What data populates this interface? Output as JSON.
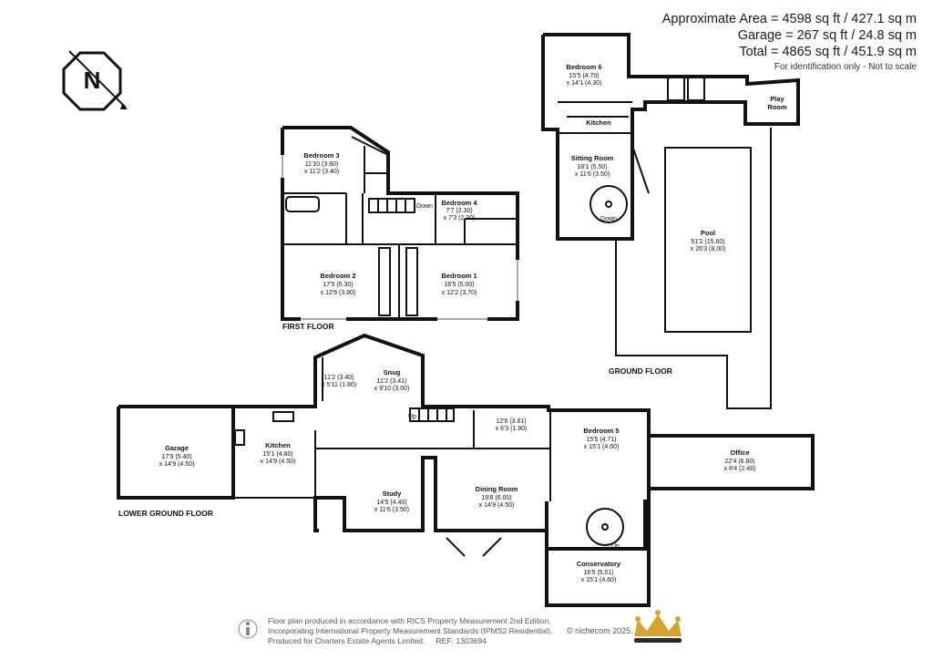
{
  "area_summary": {
    "lines": [
      "Approximate Area = 4598 sq ft / 427.1 sq m",
      "Garage = 267 sq ft / 24.8 sq m",
      "Total = 4865 sq ft / 451.9 sq m"
    ],
    "note": "For identification only - Not to scale"
  },
  "compass": {
    "letter": "N",
    "icon": "north-arrow-icon"
  },
  "floor_labels": {
    "first": "FIRST FLOOR",
    "ground": "GROUND FLOOR",
    "lower_ground": "LOWER GROUND FLOOR"
  },
  "rooms": {
    "bedroom3": {
      "name": "Bedroom 3",
      "dim1": "11'10 (3.60)",
      "dim2": "x 11'2 (3.40)"
    },
    "bedroom4": {
      "name": "Bedroom 4",
      "dim1": "7'7 (2.30)",
      "dim2": "x 7'3 (2.20)"
    },
    "bedroom2": {
      "name": "Bedroom 2",
      "dim1": "17'5 (5.30)",
      "dim2": "x 12'6 (3.80)"
    },
    "bedroom1": {
      "name": "Bedroom 1",
      "dim1": "16'5 (5.00)",
      "dim2": "x 12'2 (3.70)"
    },
    "bedroom6": {
      "name": "Bedroom 6",
      "dim1": "15'5 (4.70)",
      "dim2": "x 14'1 (4.30)"
    },
    "kitchen_ground": {
      "name": "Kitchen"
    },
    "play_room": {
      "name": "Play Room"
    },
    "sitting_room": {
      "name": "Sitting Room",
      "dim1": "18'1 (5.50)",
      "dim2": "x 11'6 (3.50)"
    },
    "pool": {
      "name": "Pool",
      "dim1": "51'2 (15.60)",
      "dim2": "x 26'3 (8.00)"
    },
    "unnamed_store": {
      "dim1": "11'2 (3.40)",
      "dim2": "x 5'11 (1.80)"
    },
    "snug": {
      "name": "Snug",
      "dim1": "11'2 (3.41)",
      "dim2": "x 9'10 (3.00)"
    },
    "hall": {
      "dim1": "12'6 (3.81)",
      "dim2": "x 6'3 (1.90)"
    },
    "bedroom5": {
      "name": "Bedroom 5",
      "dim1": "15'5 (4.71)",
      "dim2": "x 15'1 (4.60)"
    },
    "office": {
      "name": "Office",
      "dim1": "22'4 (6.80)",
      "dim2": "x 8'4 (2.48)"
    },
    "garage": {
      "name": "Garage",
      "dim1": "17'9 (5.40)",
      "dim2": "x 14'9 (4.50)"
    },
    "kitchen_lower": {
      "name": "Kitchen",
      "dim1": "15'1 (4.60)",
      "dim2": "x 14'9 (4.50)"
    },
    "study": {
      "name": "Study",
      "dim1": "14'5 (4.40)",
      "dim2": "x 11'6 (3.50)"
    },
    "dining_room": {
      "name": "Dining Room",
      "dim1": "19'8 (6.00)",
      "dim2": "x 14'9 (4.50)"
    },
    "conservatory": {
      "name": "Conservatory",
      "dim1": "16'5 (5.01)",
      "dim2": "x 15'1 (4.60)"
    }
  },
  "stair_labels": {
    "down": "Down",
    "up": "Up"
  },
  "footer": {
    "line1": "Floor plan produced in accordance with RICS Property Measurement 2nd Edition,",
    "line2": "Incorporating International Property Measurement Standards (IPMS2 Residential).",
    "line3": "Produced for Charters Estate Agents Limited.",
    "ref": "REF: 1303694",
    "copyright": "© nichecom 2025."
  },
  "colors": {
    "wall": "#111111",
    "crown_gold": "#d4a52a",
    "crown_base": "#2a2a2a"
  }
}
